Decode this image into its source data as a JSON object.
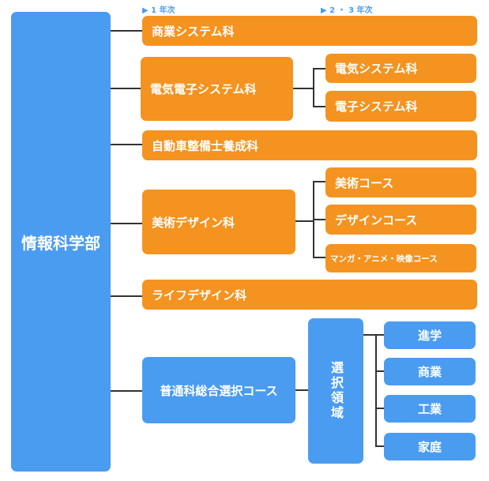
{
  "headers": {
    "year1": "▶ 1 年次",
    "year23": "▶ 2 ・ 3 年次"
  },
  "root": "情報科学部",
  "courses": {
    "commercial": "商業システム科",
    "electrical": "電気電子システム科",
    "electrical_sub1": "電気システム科",
    "electrical_sub2": "電子システム科",
    "automotive": "自動車整備士養成科",
    "art_design": "美術デザイン科",
    "art_sub1": "美術コース",
    "art_sub2": "デザインコース",
    "art_sub3": "マンガ・アニメ・映像コース",
    "life_design": "ライフデザイン科",
    "general": "普通科総合選択コース",
    "general_area": "選択領域",
    "area1": "進学",
    "area2": "商業",
    "area3": "工業",
    "area4": "家庭"
  },
  "colors": {
    "orange": "#f4931f",
    "blue": "#4a9cf0",
    "line": "#333333"
  }
}
